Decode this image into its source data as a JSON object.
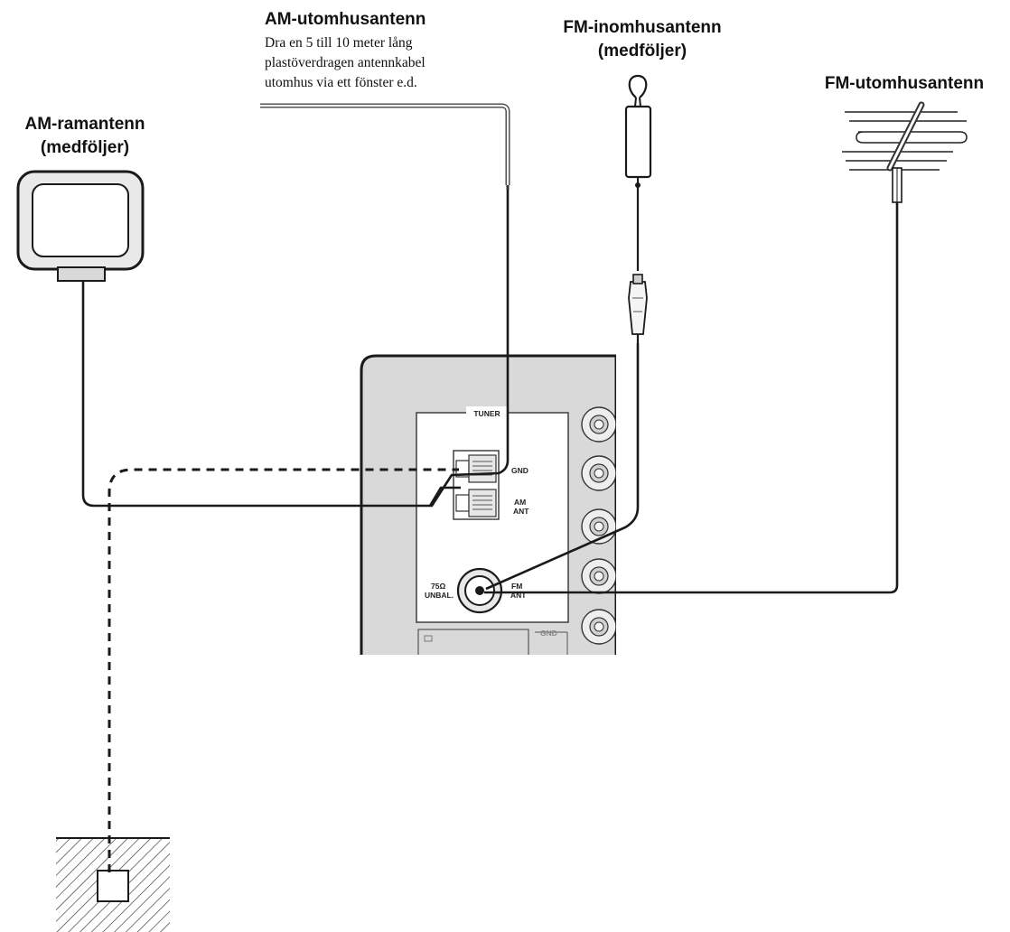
{
  "labels": {
    "am_outdoor_title": "AM-utomhusantenn",
    "am_outdoor_desc": [
      "Dra en 5 till 10 meter lång",
      "plastöverdragen antennkabel",
      "utomhus via ett fönster e.d."
    ],
    "fm_indoor_title": [
      "FM-inomhusantenn",
      "(medföljer)"
    ],
    "fm_outdoor_title": "FM-utomhusantenn",
    "am_loop_title": [
      "AM-ramantenn",
      "(medföljer)"
    ]
  },
  "panel": {
    "section": "TUNER",
    "gnd": "GND",
    "am_ant": [
      "AM",
      "ANT"
    ],
    "impedance": [
      "75Ω",
      "UNBAL."
    ],
    "fm_ant": [
      "FM",
      "ANT"
    ],
    "gnd_lower": "GND"
  },
  "colors": {
    "panel_fill": "#d9d9d9",
    "line": "#1a1a1a"
  },
  "icons": [
    "am-loop-antenna-icon",
    "fm-indoor-antenna-icon",
    "fm-outdoor-antenna-icon",
    "ground-rod-icon"
  ]
}
